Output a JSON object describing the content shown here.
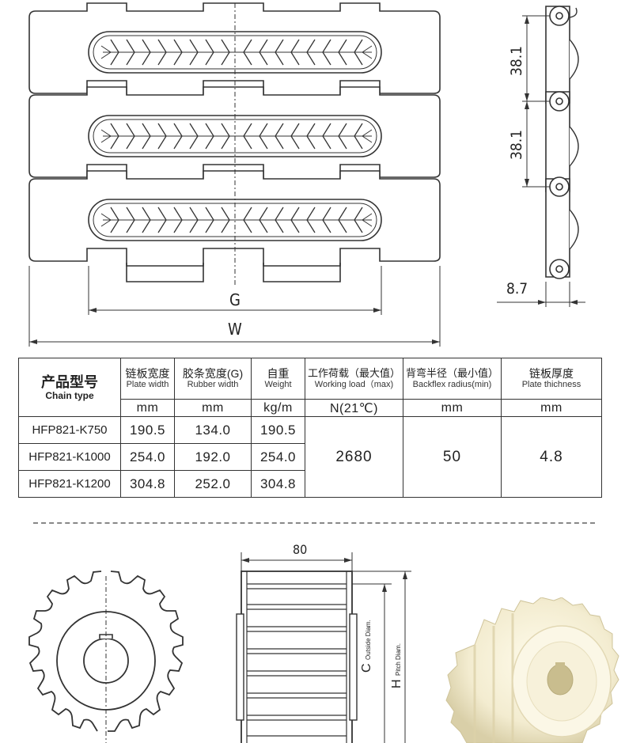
{
  "drawing": {
    "dim_g": "G",
    "dim_w": "W",
    "pitch_1": "38.1",
    "pitch_2": "38.1",
    "thickness_dim": "8.7"
  },
  "table": {
    "col_chain_type_cn": "产品型号",
    "col_chain_type_en": "Chain type",
    "col_plate_width_cn": "链板宽度",
    "col_plate_width_en": "Plate width",
    "col_rubber_width_cn": "胶条宽度(G)",
    "col_rubber_width_en": "Rubber width",
    "col_weight_cn": "自重",
    "col_weight_en": "Weight",
    "col_working_load_cn": "工作荷载（最大值）",
    "col_working_load_en": "Working load（max)",
    "col_backflex_cn": "背弯半径（最小值）",
    "col_backflex_en": "Backflex radius(min)",
    "col_thickness_cn": "链板厚度",
    "col_thickness_en": "Plate thichness",
    "units": [
      "mm",
      "mm",
      "kg/m",
      "N(21℃)",
      "mm",
      "mm"
    ],
    "rows": [
      {
        "model": "HFP821-K750",
        "plate_width": "190.5",
        "rubber_width": "134.0",
        "weight": "190.5"
      },
      {
        "model": "HFP821-K1000",
        "plate_width": "254.0",
        "rubber_width": "192.0",
        "weight": "254.0"
      },
      {
        "model": "HFP821-K1200",
        "plate_width": "304.8",
        "rubber_width": "252.0",
        "weight": "304.8"
      }
    ],
    "working_load": "2680",
    "backflex_radius": "50",
    "plate_thickness": "4.8"
  },
  "sprocket": {
    "width_dim": "80",
    "outside_dim_letter": "C",
    "outside_dim_text": "Outside Diam.",
    "pitch_dim_letter": "H",
    "pitch_dim_text": "Pitch Diam."
  },
  "colors": {
    "line": "#333333",
    "divider": "#888888",
    "nylon": "#f4efd8"
  }
}
